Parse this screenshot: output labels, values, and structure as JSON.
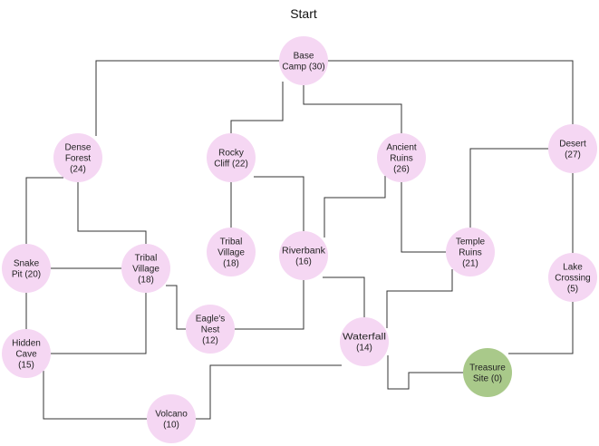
{
  "title": "Start",
  "colors": {
    "node_fill": "#f5d7f3",
    "goal_fill": "#a9c98a",
    "edge": "#333333"
  },
  "nodes": [
    {
      "id": "base-camp",
      "lines": [
        "Base",
        "Camp (30)"
      ]
    },
    {
      "id": "dense-forest",
      "lines": [
        "Dense",
        "Forest",
        "(24)"
      ]
    },
    {
      "id": "rocky-cliff",
      "lines": [
        "Rocky",
        "Cliff (22)"
      ]
    },
    {
      "id": "ancient-ruins",
      "lines": [
        "Ancient",
        "Ruins",
        "(26)"
      ]
    },
    {
      "id": "desert",
      "lines": [
        "Desert",
        "(27)"
      ]
    },
    {
      "id": "snake-pit",
      "lines": [
        "Snake",
        "Pit (20)"
      ]
    },
    {
      "id": "tribal-village-a",
      "lines": [
        "Tribal",
        "Village",
        "(18)"
      ]
    },
    {
      "id": "tribal-village-b",
      "lines": [
        "Tribal",
        "Village",
        "(18)"
      ]
    },
    {
      "id": "riverbank",
      "lines": [
        "Riverbank",
        "(16)"
      ]
    },
    {
      "id": "temple-ruins",
      "lines": [
        "Temple",
        "Ruins",
        "(21)"
      ]
    },
    {
      "id": "lake-crossing",
      "lines": [
        "Lake",
        "Crossing",
        "(5)"
      ]
    },
    {
      "id": "hidden-cave",
      "lines": [
        "Hidden",
        "Cave",
        "(15)"
      ]
    },
    {
      "id": "eagles-nest",
      "lines": [
        "Eagle's",
        "Nest",
        "(12)"
      ]
    },
    {
      "id": "waterfall",
      "lines": [
        "Waterfall",
        "(14)"
      ]
    },
    {
      "id": "treasure-site",
      "lines": [
        "Treasure",
        "Site (0)"
      ],
      "goal": true
    },
    {
      "id": "volcano",
      "lines": [
        "Volcano",
        "(10)"
      ]
    }
  ],
  "edges": [
    {
      "from": "base-camp",
      "to": "dense-forest"
    },
    {
      "from": "base-camp",
      "to": "rocky-cliff"
    },
    {
      "from": "base-camp",
      "to": "ancient-ruins"
    },
    {
      "from": "base-camp",
      "to": "desert"
    },
    {
      "from": "dense-forest",
      "to": "snake-pit"
    },
    {
      "from": "dense-forest",
      "to": "tribal-village-a"
    },
    {
      "from": "snake-pit",
      "to": "tribal-village-a"
    },
    {
      "from": "snake-pit",
      "to": "hidden-cave"
    },
    {
      "from": "hidden-cave",
      "to": "tribal-village-a"
    },
    {
      "from": "hidden-cave",
      "to": "volcano"
    },
    {
      "from": "tribal-village-a",
      "to": "eagles-nest"
    },
    {
      "from": "eagles-nest",
      "to": "riverbank"
    },
    {
      "from": "rocky-cliff",
      "to": "tribal-village-b"
    },
    {
      "from": "rocky-cliff",
      "to": "riverbank"
    },
    {
      "from": "ancient-ruins",
      "to": "riverbank"
    },
    {
      "from": "ancient-ruins",
      "to": "temple-ruins"
    },
    {
      "from": "riverbank",
      "to": "waterfall"
    },
    {
      "from": "desert",
      "to": "temple-ruins"
    },
    {
      "from": "desert",
      "to": "lake-crossing"
    },
    {
      "from": "temple-ruins",
      "to": "waterfall"
    },
    {
      "from": "waterfall",
      "to": "treasure-site"
    },
    {
      "from": "waterfall",
      "to": "volcano"
    },
    {
      "from": "lake-crossing",
      "to": "treasure-site"
    }
  ]
}
